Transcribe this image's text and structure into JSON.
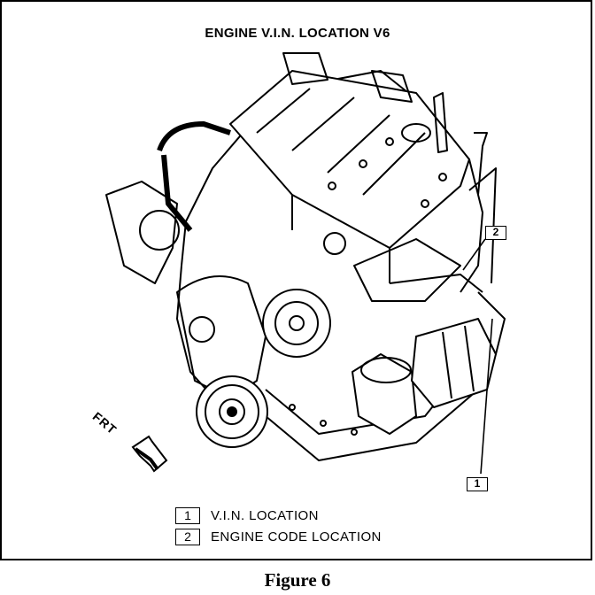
{
  "title": "ENGINE V.I.N. LOCATION V6",
  "callouts": [
    {
      "number": "1"
    },
    {
      "number": "2"
    }
  ],
  "direction_label": "FRT",
  "legend": [
    {
      "number": "1",
      "text": "V.I.N. LOCATION"
    },
    {
      "number": "2",
      "text": "ENGINE CODE LOCATION"
    }
  ],
  "caption": "Figure 6",
  "colors": {
    "ink": "#000000",
    "paper": "#ffffff"
  }
}
